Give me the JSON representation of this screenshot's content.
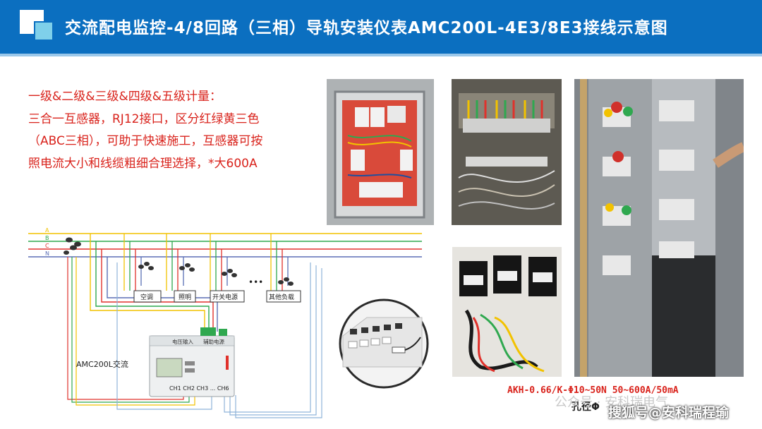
{
  "header": {
    "title": "交流配电监控-4/8回路（三相）导轨安装仪表AMC200L-4E3/8E3接线示意图"
  },
  "description": {
    "lines": [
      "一级&二级&三级&四级&五级计量：",
      "三合一互感器，RJ12接口，区分红绿黄三色",
      "（ABC三相），可助于快速施工，互感器可按",
      "照电流大小和线缆粗细合理选择，*大600A"
    ]
  },
  "diagram": {
    "phase_labels": [
      "A",
      "B",
      "C",
      "N"
    ],
    "phase_colors": [
      "#f2c200",
      "#2fa84f",
      "#e0312b",
      "#5b6fb5"
    ],
    "loads": [
      "空调",
      "照明",
      "开关电源",
      "其他负载"
    ],
    "ellipsis": "•••",
    "meter_label": "AMC200L交流",
    "meter_top_labels": [
      "电压输入",
      "辅助电源"
    ],
    "meter_bottom_label": "CH1 CH2 CH3 ... CH6"
  },
  "photo_caption": "AKH-0.66/K-Φ10~50N 50~600A/50mA",
  "photo_caption2": "孔径Φ",
  "watermark_source": "公众号 · 安科瑞电气",
  "watermark": "搜狐号@安科瑞程瑜"
}
